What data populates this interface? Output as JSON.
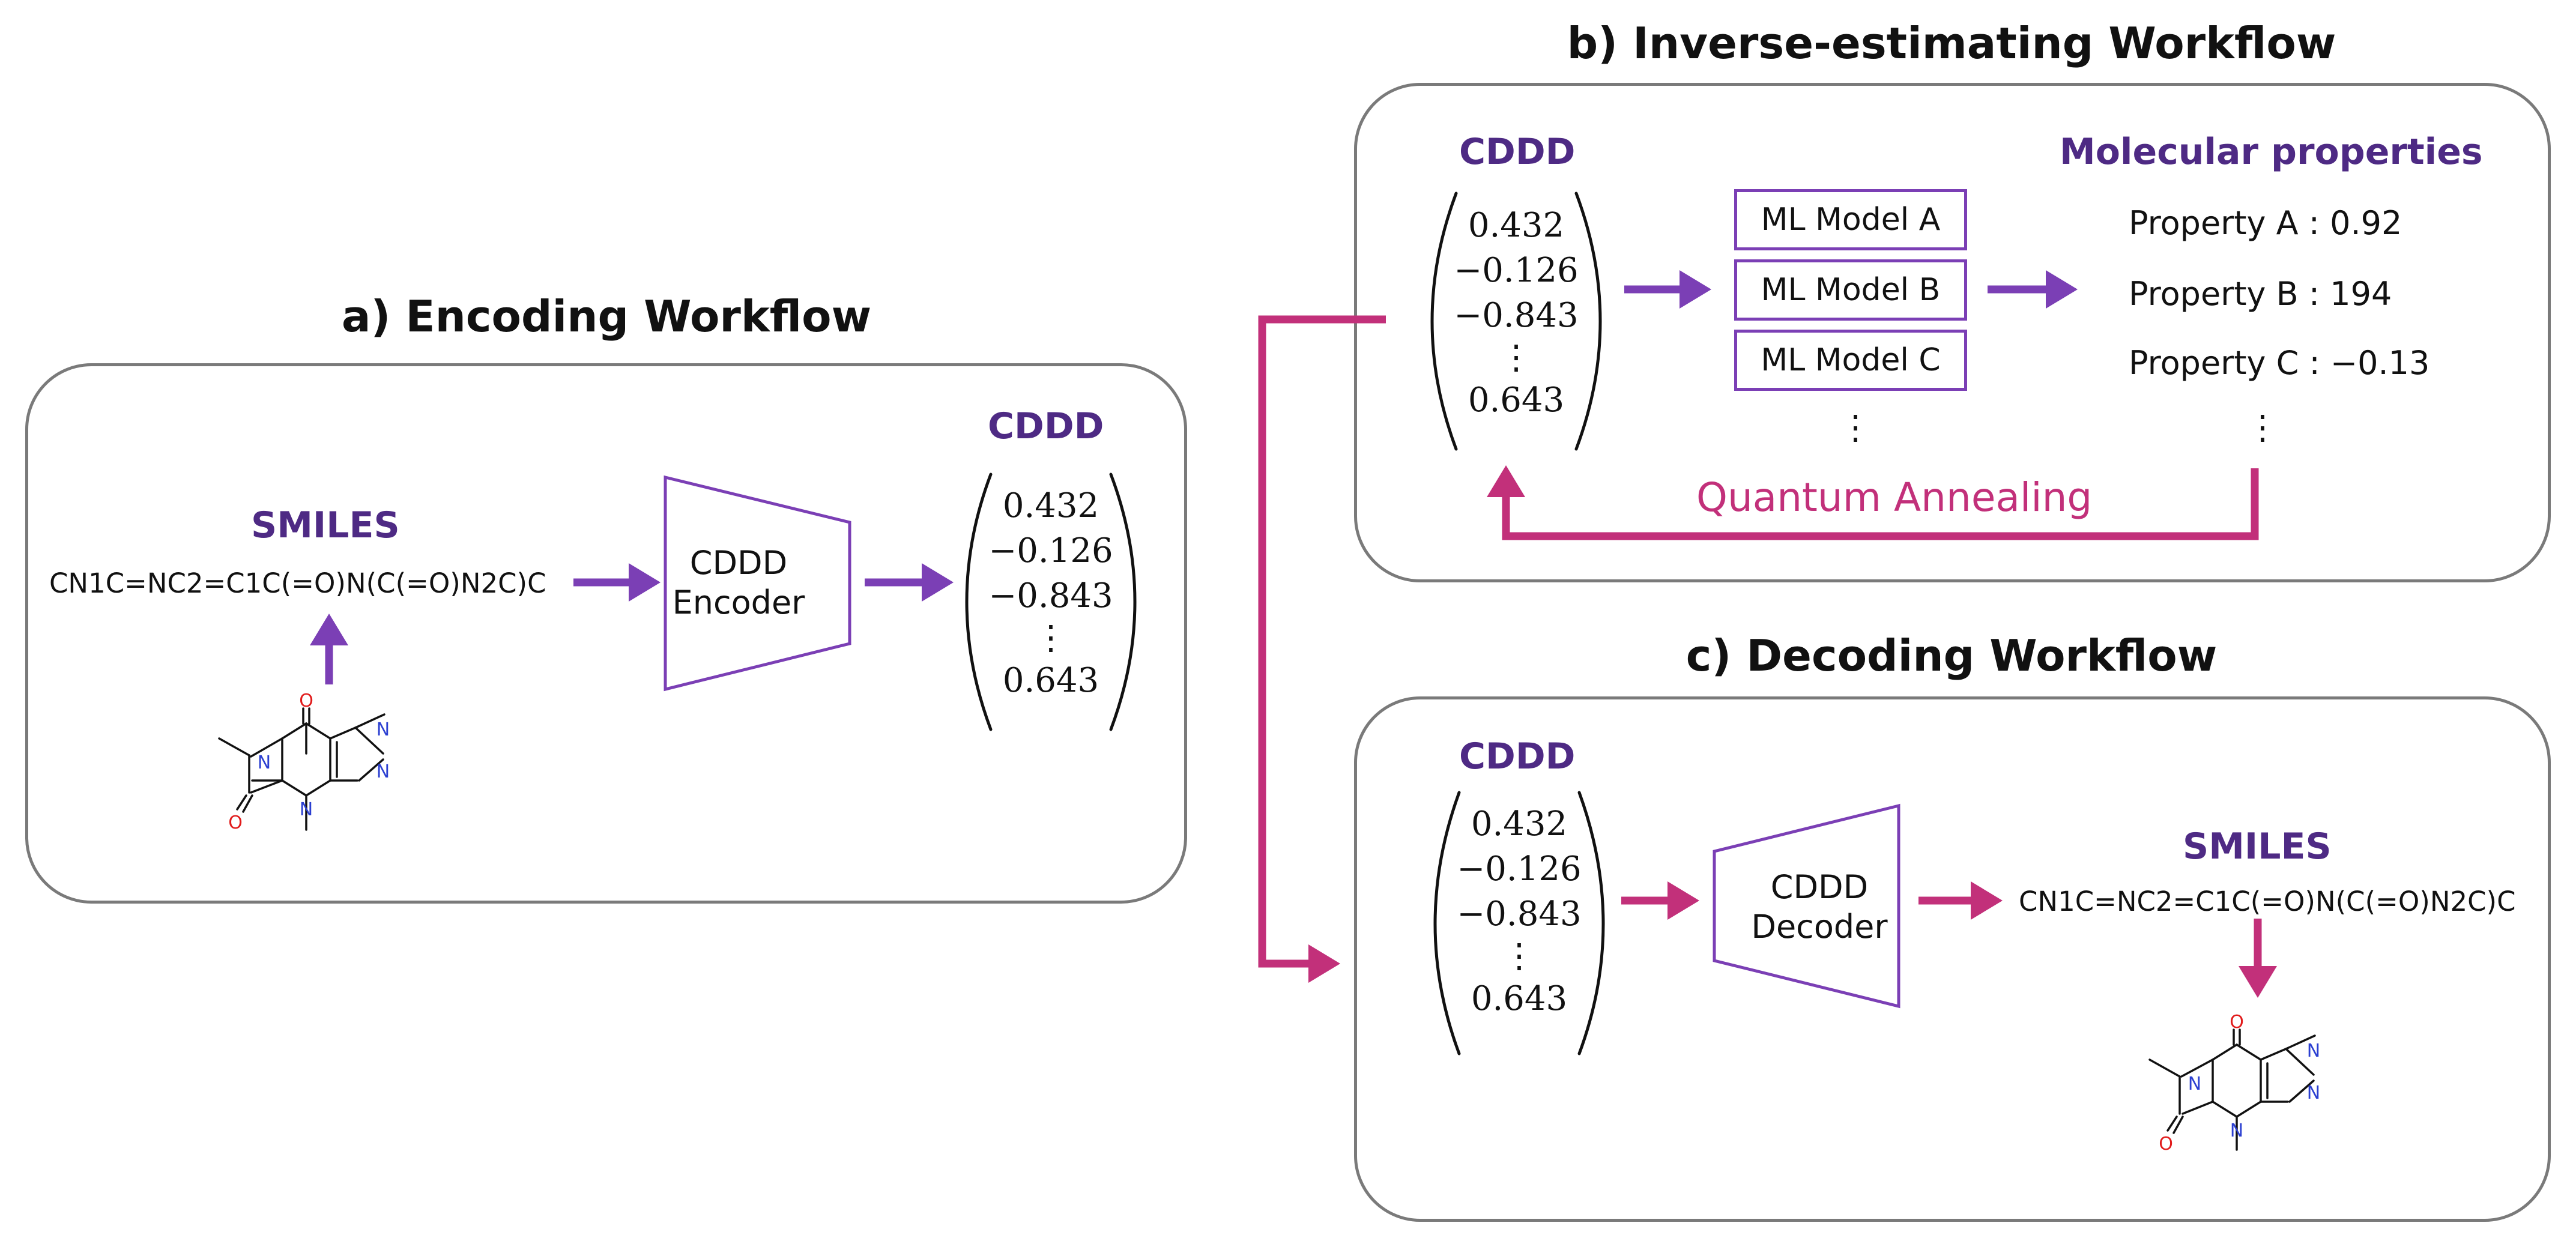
{
  "colors": {
    "purple": "#7b3fb5",
    "label_purple": "#4e2a84",
    "magenta": "#c2307a",
    "border": "#7a7a7a"
  },
  "encoding": {
    "title": "a) Encoding Workflow",
    "smiles_label": "SMILES",
    "smiles": "CN1C=NC2=C1C(=O)N(C(=O)N2C)C",
    "encoder_line1": "CDDD",
    "encoder_line2": "Encoder",
    "cddd_label": "CDDD",
    "vector": [
      "0.432",
      "−0.126",
      "−0.843",
      "⋮",
      "0.643"
    ]
  },
  "inverse": {
    "title": "b) Inverse-estimating Workflow",
    "cddd_label": "CDDD",
    "vector": [
      "0.432",
      "−0.126",
      "−0.843",
      "⋮",
      "0.643"
    ],
    "models": [
      "ML Model A",
      "ML Model B",
      "ML Model C"
    ],
    "models_more": "⋮",
    "properties_label": "Molecular properties",
    "properties": [
      "Property A : 0.92",
      "Property B : 194",
      "Property C : −0.13"
    ],
    "properties_more": "⋮",
    "loop_label": "Quantum Annealing"
  },
  "decoding": {
    "title": "c) Decoding Workflow",
    "cddd_label": "CDDD",
    "vector": [
      "0.432",
      "−0.126",
      "−0.843",
      "⋮",
      "0.643"
    ],
    "decoder_line1": "CDDD",
    "decoder_line2": "Decoder",
    "smiles_label": "SMILES",
    "smiles": "CN1C=NC2=C1C(=O)N(C(=O)N2C)C"
  },
  "molecule_atoms": {
    "oxygen": "O",
    "nitrogen": "N"
  }
}
